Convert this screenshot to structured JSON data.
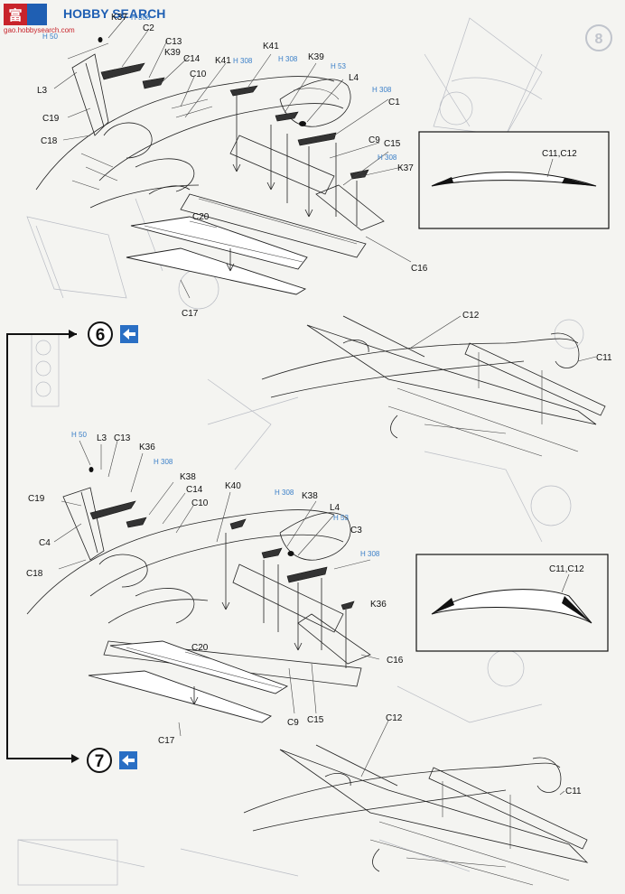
{
  "brand": {
    "logo_text": "HOBBY SEARCH",
    "logo_glyphs": "富",
    "url": "gao.hobbysearch.com"
  },
  "steps": [
    {
      "number": "6",
      "icon": "arrow-icon"
    },
    {
      "number": "7",
      "icon": "arrow-icon"
    }
  ],
  "background_step": "8",
  "colors": {
    "paint_ref": "#3a7fc8",
    "line": "#222222",
    "step_circle": "#111111"
  },
  "top_assembly": {
    "labels": [
      "K37",
      "C2",
      "C13",
      "K39",
      "C14",
      "C10",
      "K41",
      "K41",
      "K39",
      "L4",
      "C1",
      "C9",
      "C15",
      "K37",
      "L3",
      "C19",
      "C18",
      "C20",
      "C17",
      "C16"
    ],
    "paint_refs": [
      "H 308",
      "H 308",
      "H 308",
      "H 53",
      "H 308",
      "H 308",
      "H 50"
    ]
  },
  "top_detail": {
    "label": "C11,C12"
  },
  "mid_wing": {
    "labels": [
      "C12",
      "C11"
    ]
  },
  "bottom_assembly": {
    "labels": [
      "H 50",
      "L3",
      "C13",
      "K36",
      "C19",
      "C4",
      "K38",
      "C14",
      "C10",
      "K40",
      "C18",
      "C20",
      "C17",
      "C9",
      "C15",
      "C16",
      "K38",
      "L4",
      "C3",
      "K36"
    ],
    "paint_refs": [
      "H 308",
      "H 308",
      "H 53",
      "H 308"
    ]
  },
  "bottom_detail": {
    "label": "C11,C12"
  },
  "bottom_wing": {
    "labels": [
      "C12",
      "C11"
    ]
  }
}
